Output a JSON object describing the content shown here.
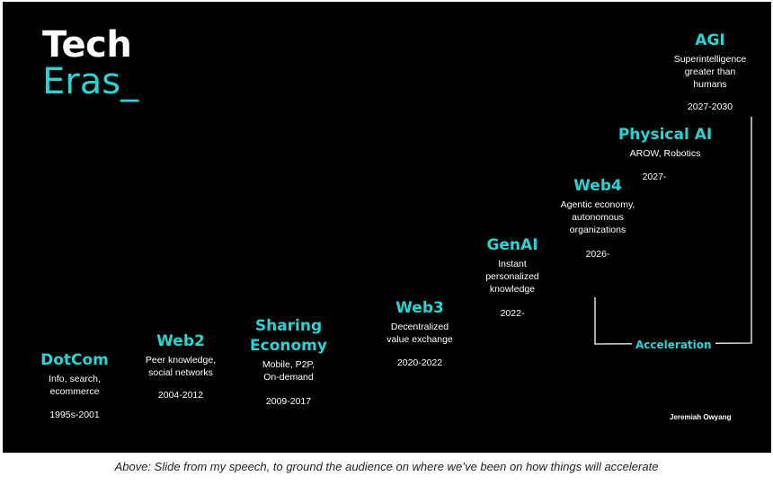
{
  "title": {
    "line1": "Tech",
    "line2": "Eras_"
  },
  "eras": [
    {
      "name": "DotCom",
      "description": "Info, search,\necommerce",
      "years": "1995s-2001"
    },
    {
      "name": "Web2",
      "description": "Peer  knowledge,\nsocial networks",
      "years": "2004-2012"
    },
    {
      "name": "Sharing\nEconomy",
      "description": "Mobile, P2P,\nOn-demand",
      "years": "2009-2017"
    },
    {
      "name": "Web3",
      "description": "Decentralized\nvalue exchange",
      "years": "2020-2022"
    },
    {
      "name": "GenAI",
      "description": "Instant\npersonalized\nknowledge",
      "years": "2022-"
    },
    {
      "name": "Web4",
      "description": "Agentic economy,\nautonomous\norganizations",
      "years": "2026-"
    },
    {
      "name": "Physical AI",
      "description": "AROW, Robotics",
      "years": "2027-"
    },
    {
      "name": "AGI",
      "description": "Superintelligence\ngreater than\nhumans",
      "years": "2027-2030"
    }
  ],
  "acceleration_label": "Acceleration",
  "author": "Jeremiah Owyang",
  "caption": "Above: Slide from my speech, to ground the audience on where we’ve been on how things will accelerate",
  "colors": {
    "background": "#000000",
    "accent": "#2ad4d4",
    "text": "#ffffff"
  }
}
